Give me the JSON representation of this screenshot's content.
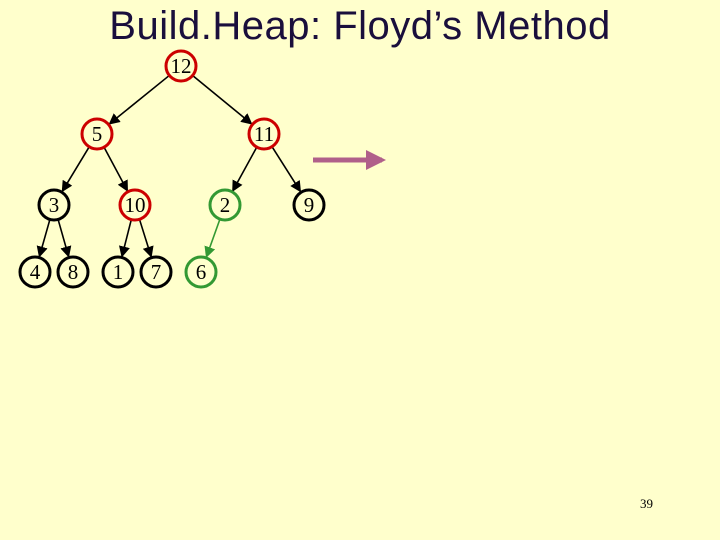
{
  "slide": {
    "title": "Build.Heap: Floyd’s Method",
    "page_number": "39"
  },
  "colors": {
    "background": "#ffffcc",
    "title": "#1a0f3c",
    "red": "#cc0000",
    "green": "#339933",
    "black": "#000000",
    "node_fill": "#ffffcc",
    "arrow": "#b0608a"
  },
  "tree": {
    "nodes": [
      {
        "id": "n12",
        "label": "12",
        "color": "red"
      },
      {
        "id": "n5",
        "label": "5",
        "color": "red"
      },
      {
        "id": "n11",
        "label": "11",
        "color": "red"
      },
      {
        "id": "n3",
        "label": "3",
        "color": "black"
      },
      {
        "id": "n10",
        "label": "10",
        "color": "red"
      },
      {
        "id": "n2",
        "label": "2",
        "color": "green"
      },
      {
        "id": "n9",
        "label": "9",
        "color": "black"
      },
      {
        "id": "n4",
        "label": "4",
        "color": "black"
      },
      {
        "id": "n8",
        "label": "8",
        "color": "black"
      },
      {
        "id": "n1",
        "label": "1",
        "color": "black"
      },
      {
        "id": "n7",
        "label": "7",
        "color": "black"
      },
      {
        "id": "n6",
        "label": "6",
        "color": "green"
      }
    ],
    "edges": [
      {
        "from": "n12",
        "to": "n5",
        "color": "black"
      },
      {
        "from": "n12",
        "to": "n11",
        "color": "black"
      },
      {
        "from": "n5",
        "to": "n3",
        "color": "black"
      },
      {
        "from": "n5",
        "to": "n10",
        "color": "black"
      },
      {
        "from": "n11",
        "to": "n2",
        "color": "black"
      },
      {
        "from": "n11",
        "to": "n9",
        "color": "black"
      },
      {
        "from": "n3",
        "to": "n4",
        "color": "black"
      },
      {
        "from": "n3",
        "to": "n8",
        "color": "black"
      },
      {
        "from": "n10",
        "to": "n1",
        "color": "black"
      },
      {
        "from": "n10",
        "to": "n7",
        "color": "black"
      },
      {
        "from": "n2",
        "to": "n6",
        "color": "green"
      }
    ]
  },
  "transition_arrow": {
    "icon": "right-arrow-icon",
    "color": "#b0608a"
  }
}
